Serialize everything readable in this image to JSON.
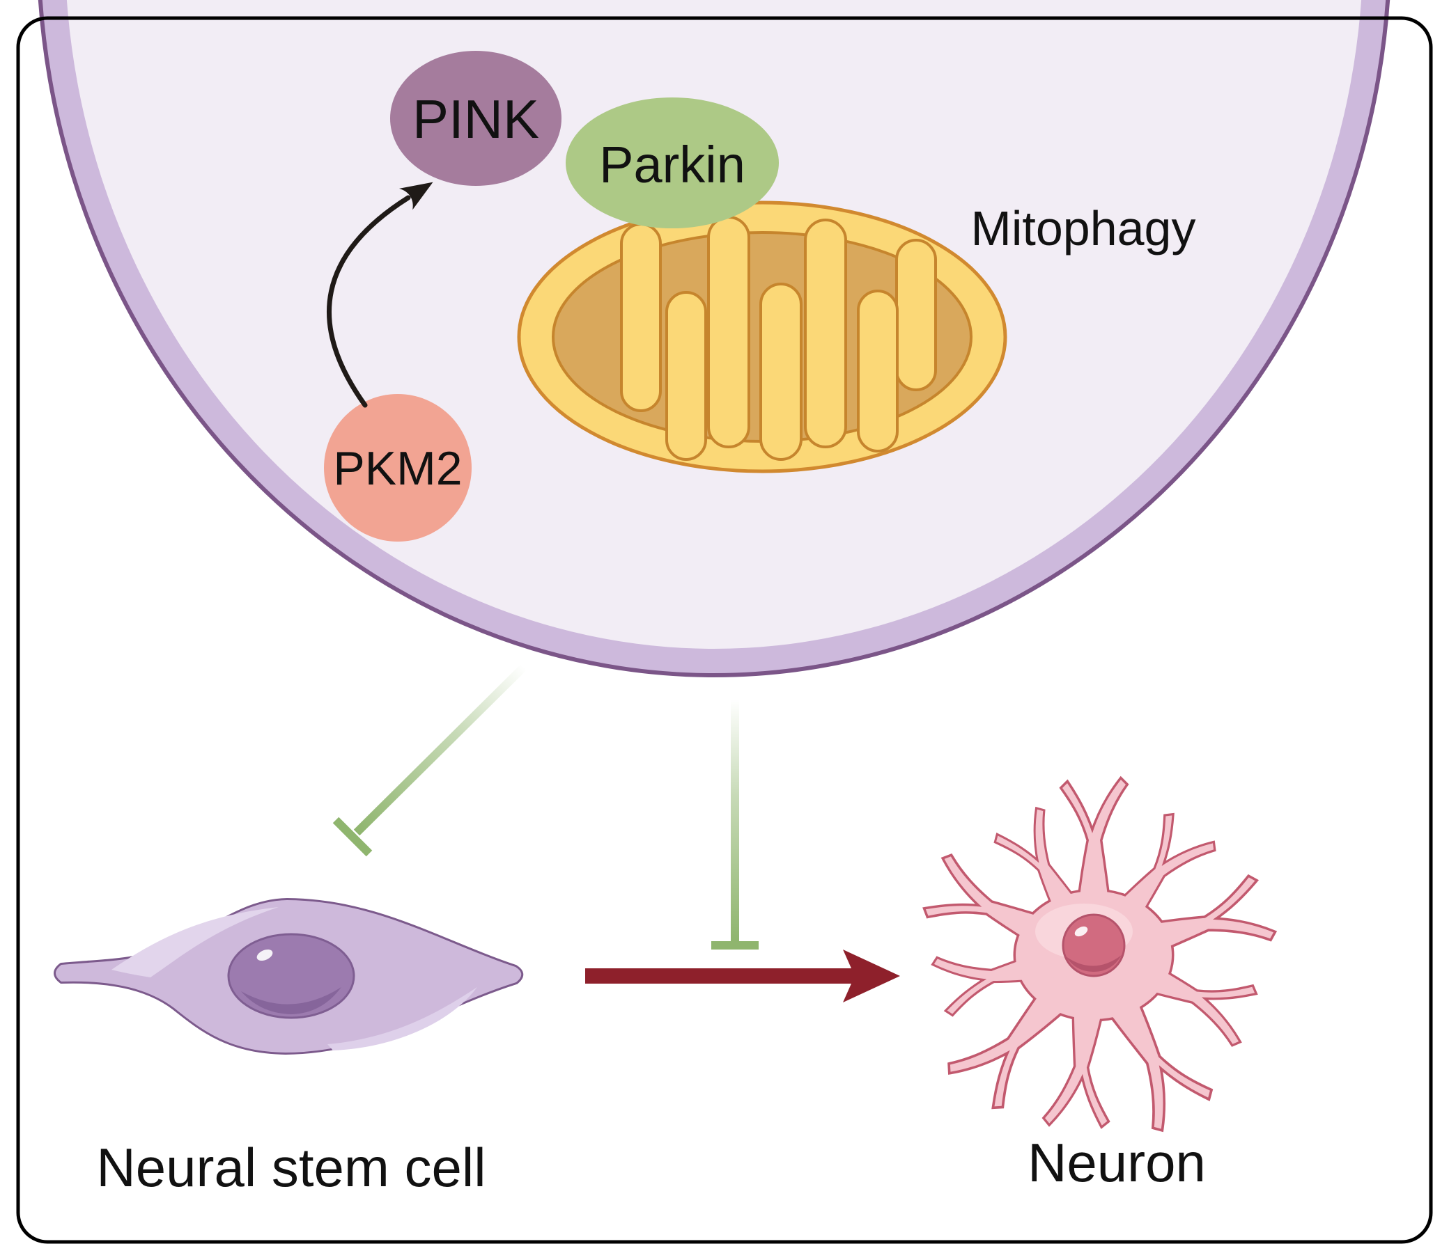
{
  "labels": {
    "pink": "PINK",
    "parkin": "Parkin",
    "pkm2": "PKM2",
    "mitophagy": "Mitophagy",
    "neural_stem_cell": "Neural stem cell",
    "neuron": "Neuron"
  },
  "colors": {
    "background": "#ffffff",
    "frame_border": "#000000",
    "cell_interior": "#f2edf5",
    "cell_membrane_band": "#cdb9dc",
    "cell_membrane_stroke": "#7b5588",
    "pink_ellipse": "#a57c9d",
    "parkin_ellipse": "#adc986",
    "pkm2_circle": "#f2a493",
    "mito_outer": "#fbd877",
    "mito_outer_stroke": "#d1892f",
    "mito_matrix": "#d9a85c",
    "mito_matrix_stroke": "#c6852d",
    "activation_arrow": "#1f1a17",
    "inhibition_green": "#8fb56e",
    "differentiation_arrow": "#8e202b",
    "nsc_body": "#ceb9db",
    "nsc_outline": "#7c5a8c",
    "nsc_highlight": "#e2d5ec",
    "nsc_nucleus": "#9c7baf",
    "nsc_nucleus_shade": "#86659b",
    "neuron_body": "#f5c6cf",
    "neuron_outline": "#c2596e",
    "neuron_nucleus": "#d16b80",
    "neuron_nucleus_shade": "#b5536b"
  },
  "semantics": {
    "curved_black_arrow": "pkm2-activates-pink-parkin-mitophagy",
    "green_t_bar_left": "inhibition-of-neural-stem-cell",
    "green_t_bar_middle": "inhibition-of-differentiation",
    "red_arrow": "neural-stem-cell-to-neuron-differentiation"
  }
}
